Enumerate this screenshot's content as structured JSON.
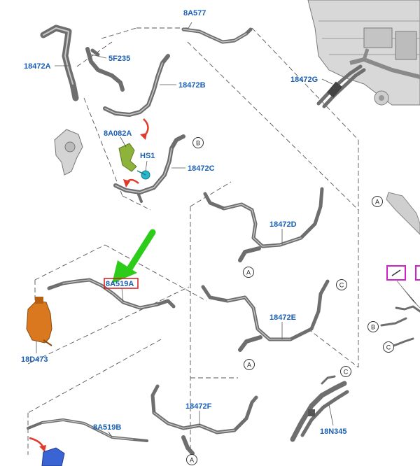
{
  "diagram": {
    "part_labels": {
      "p_8A577": "8A577",
      "p_5F235": "5F235",
      "p_18472A": "18472A",
      "p_18472B": "18472B",
      "p_18472G": "18472G",
      "p_8A082A": "8A082A",
      "p_HS1": "HS1",
      "p_18472C": "18472C",
      "p_18472D": "18472D",
      "p_18472E": "18472E",
      "p_8A519A": "8A519A",
      "p_18D473": "18D473",
      "p_18472F": "18472F",
      "p_8A519B": "8A519B",
      "p_18N345": "18N345"
    },
    "connector_markers": {
      "m_b1": "B",
      "m_a1": "A",
      "m_a2": "A",
      "m_a3": "A",
      "m_c1": "C",
      "m_a4": "A",
      "m_c2": "C",
      "m_b2": "B",
      "m_c3": "C"
    },
    "colors": {
      "label_text": "#1a5fb4",
      "hose": "#6e6e6e",
      "guide_line": "#555555",
      "highlight_box": "#d11a1a",
      "pointer_arrow": "#2ecc1a",
      "curved_arrow": "#e03a2a",
      "bracket_green": "#8db33a",
      "clip_cyan": "#29b7c9",
      "reservoir_orange": "#d9781e",
      "component_blue": "#3a63d4",
      "detail_magenta": "#d020c8"
    },
    "icons": {
      "pointer": "green-pointer-arrow-icon",
      "rotation": "red-curved-arrow-icon",
      "detail": "magenta-detail-callout-icon"
    }
  }
}
